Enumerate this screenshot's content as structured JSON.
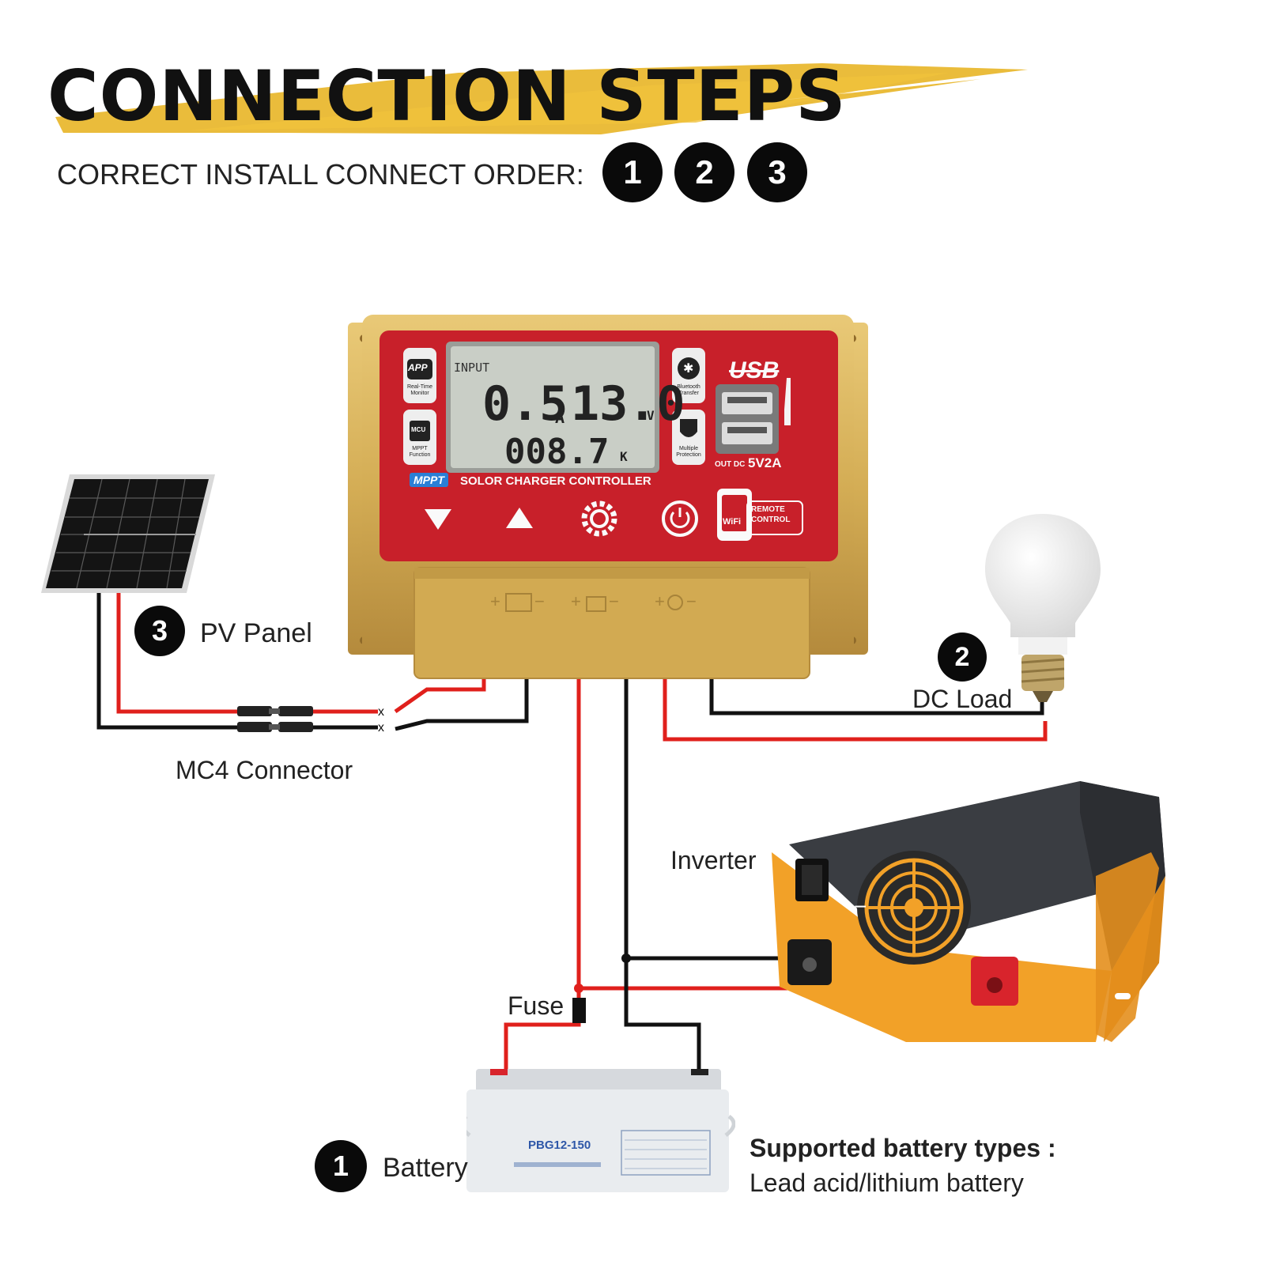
{
  "header": {
    "title": "CONNECTION STEPS",
    "install_order_label": "CORRECT INSTALL CONNECT ORDER:",
    "order_steps": [
      "1",
      "2",
      "3"
    ]
  },
  "controller": {
    "mppt_badge": "MPPT",
    "product_name": "SOLOR CHARGER CONTROLLER",
    "lcd": {
      "input_label": "INPUT",
      "current_value": "0.5",
      "current_unit": "A",
      "voltage_value": "13.0",
      "voltage_unit": "V",
      "energy_value": "008.7",
      "energy_unit": "K"
    },
    "left_features": [
      {
        "badge": "APP",
        "caption": "Real-Time Monitor"
      },
      {
        "badge": "MCU",
        "caption": "MPPT Function"
      }
    ],
    "right_features": [
      {
        "caption": "Bluetooth Transfer"
      },
      {
        "caption": "Multiple Protection"
      }
    ],
    "usb_label": "USB",
    "usb_output": "OUT DC",
    "usb_rating": "5V2A",
    "wifi_label": "WiFi",
    "remote_control_label": "REMOTE CONTROL",
    "terminal_symbols": [
      "+",
      "−",
      "+",
      "−",
      "+",
      "−"
    ]
  },
  "components": {
    "pv_panel": {
      "step": "3",
      "label": "PV Panel"
    },
    "mc4_connector": {
      "label": "MC4 Connector"
    },
    "dc_load": {
      "step": "2",
      "label": "DC Load"
    },
    "inverter": {
      "label": "Inverter"
    },
    "fuse": {
      "label": "Fuse"
    },
    "battery": {
      "step": "1",
      "label": "Battery",
      "model": "PBG12-150"
    },
    "battery_types": {
      "heading": "Supported battery types :",
      "value": "Lead acid/lithium battery"
    }
  },
  "colors": {
    "gold": "#d4ad55",
    "red_panel": "#c8202a",
    "wire_red": "#e0201c",
    "wire_black": "#111111",
    "inverter_orange": "#f2a128",
    "inverter_dark": "#3a3d42"
  }
}
